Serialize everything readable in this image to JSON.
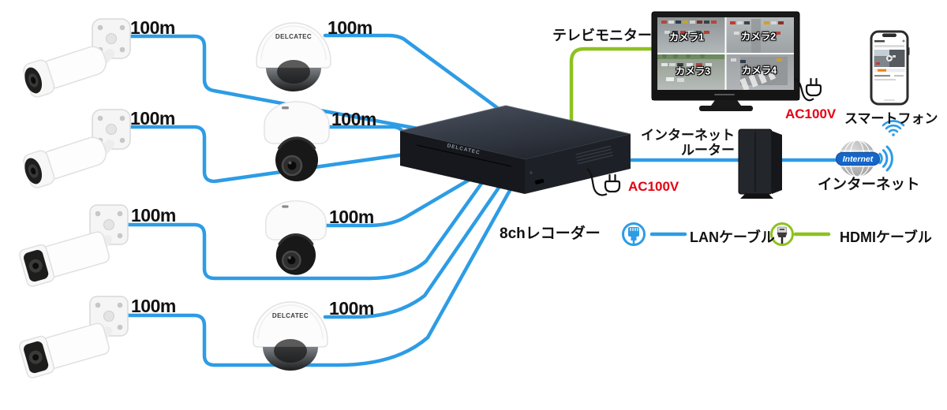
{
  "cameras": [
    {
      "type": "bullet",
      "distance": "100m"
    },
    {
      "type": "dome",
      "distance": "100m",
      "brand": "DELCATEC"
    },
    {
      "type": "bullet",
      "distance": "100m"
    },
    {
      "type": "dome-ptz",
      "distance": "100m"
    },
    {
      "type": "bullet",
      "distance": "100m"
    },
    {
      "type": "dome-ptz",
      "distance": "100m"
    },
    {
      "type": "bullet",
      "distance": "100m"
    },
    {
      "type": "dome",
      "distance": "100m",
      "brand": "DELCATEC"
    }
  ],
  "recorder": {
    "label": "8chレコーダー",
    "brand": "DELCATEC",
    "power_label": "AC100V"
  },
  "tv": {
    "label": "テレビモニター",
    "power_label": "AC100V",
    "channels": [
      "カメラ1",
      "カメラ2",
      "カメラ3",
      "カメラ4"
    ]
  },
  "router": {
    "label_line1": "インターネット",
    "label_line2": "ルーター"
  },
  "internet": {
    "globe_text": "Internet",
    "label": "インターネット"
  },
  "smartphone": {
    "label": "スマートフォン"
  },
  "legend": {
    "lan_label": "LANケーブル",
    "hdmi_label": "HDMIケーブル"
  },
  "colors": {
    "lan_cable": "#2D9CE5",
    "hdmi_cable": "#8DC21F",
    "power_text": "#E60012"
  }
}
